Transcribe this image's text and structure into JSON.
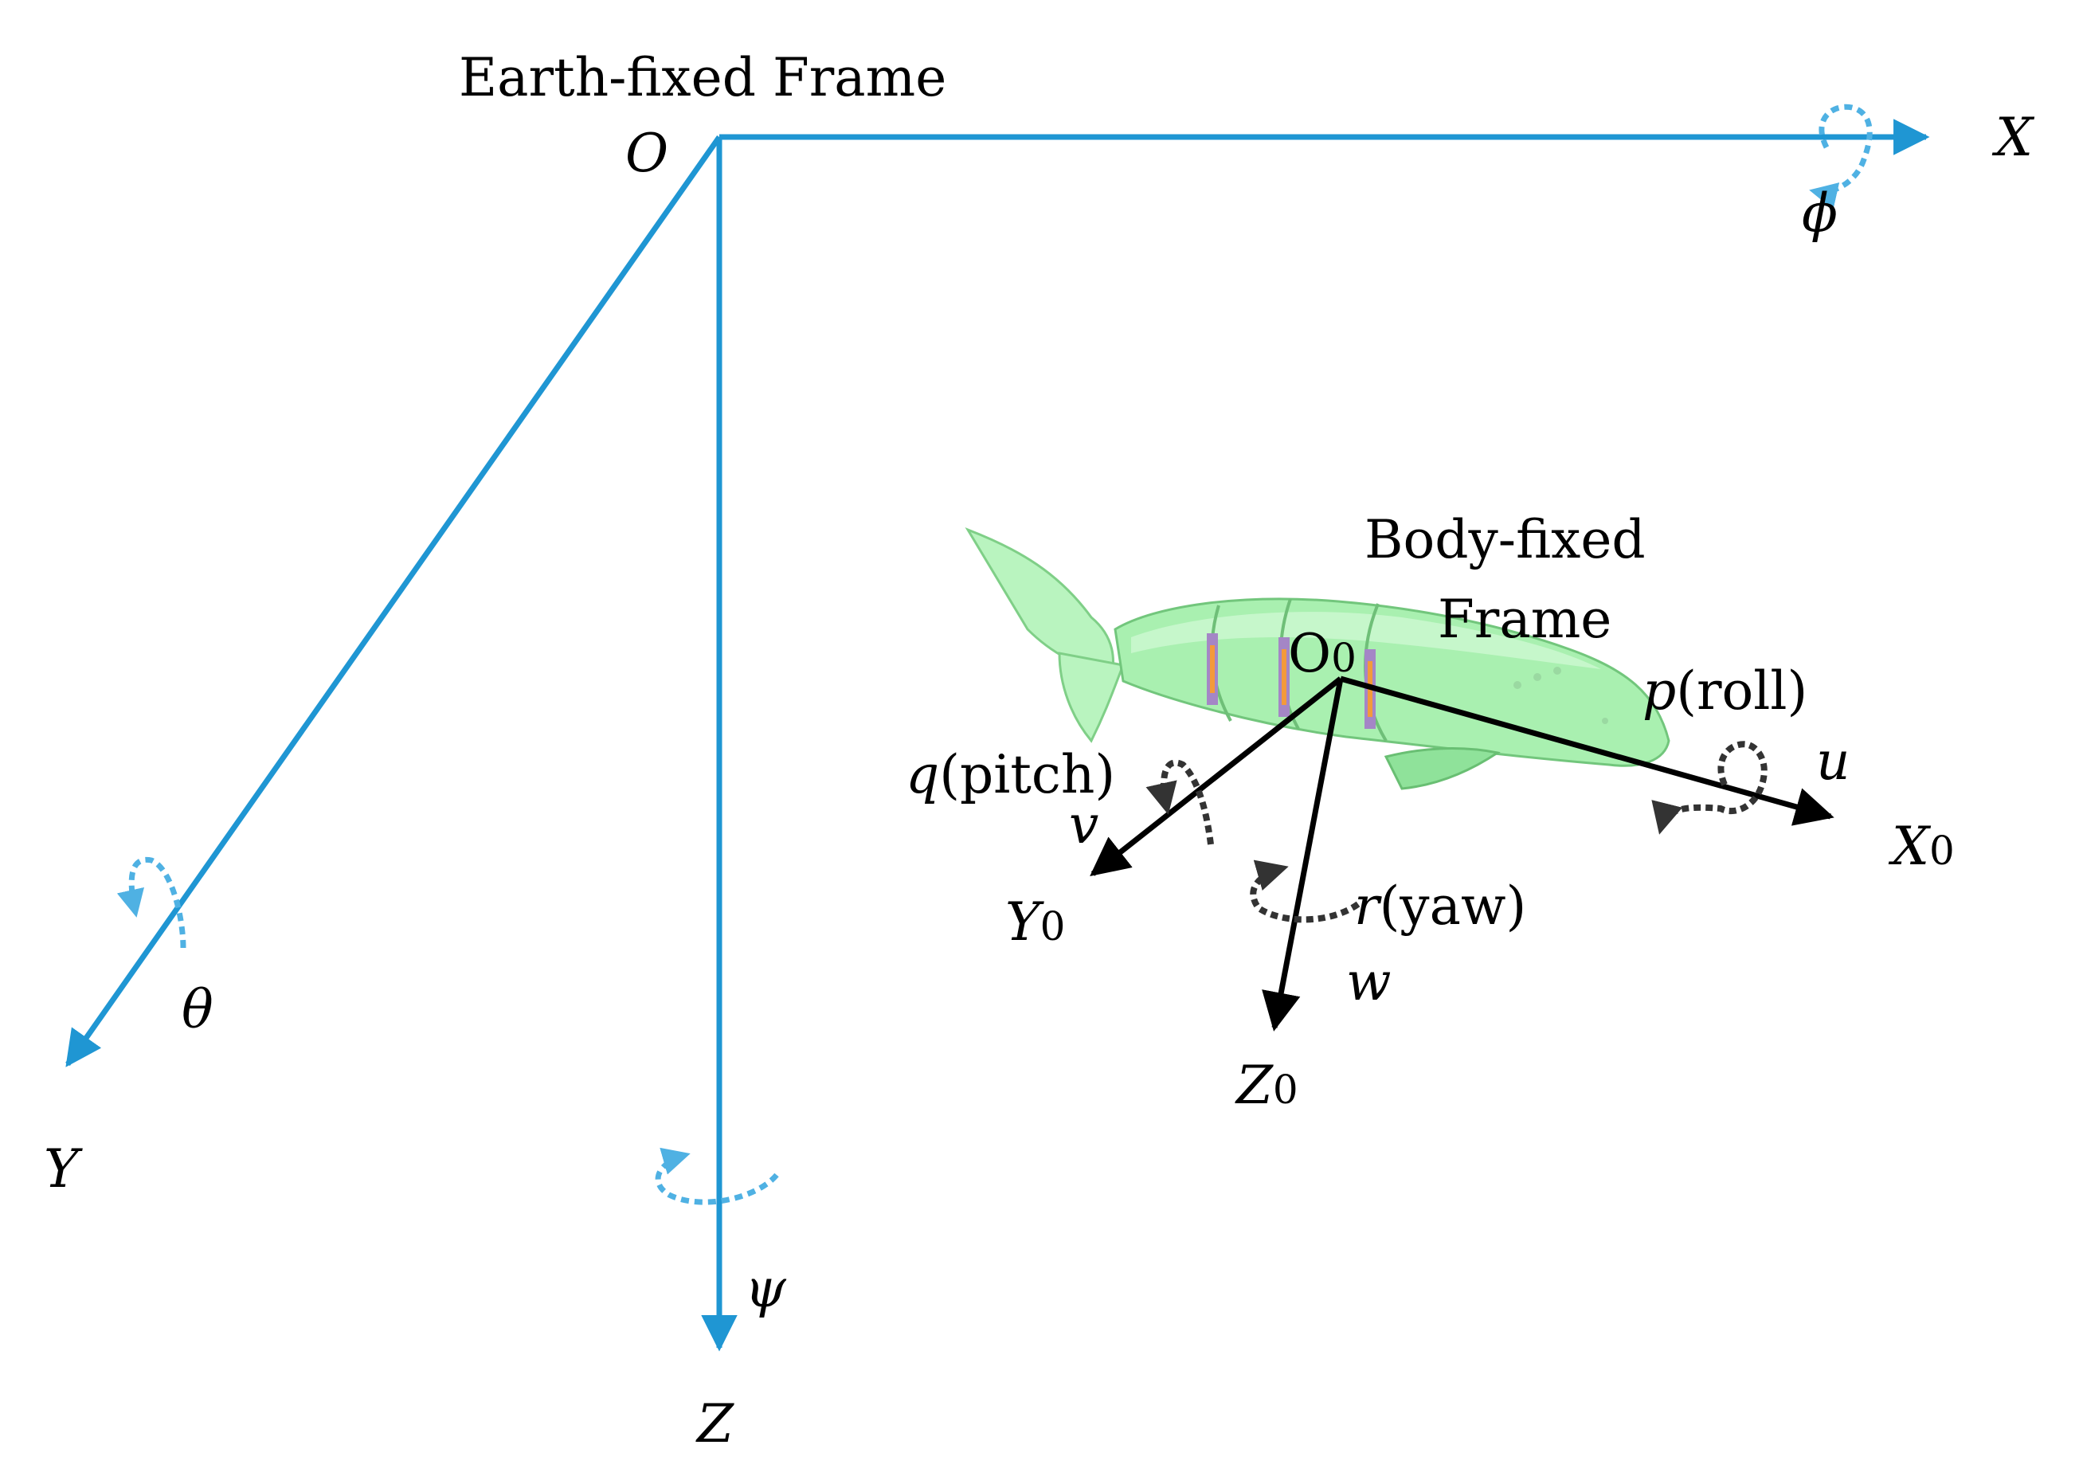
{
  "earth_frame": {
    "title": "Earth-fixed Frame",
    "origin": "O",
    "axis_x": "X",
    "axis_y": "Y",
    "axis_z": "Z",
    "angle_x": "ϕ",
    "angle_y": "θ",
    "angle_z": "ψ",
    "color": "#1f96d3"
  },
  "body_frame": {
    "title_line1": "Body-fixed",
    "title_line2": "Frame",
    "origin": "O",
    "origin_sub": "0",
    "axis_x": "X",
    "axis_x_sub": "0",
    "axis_y": "Y",
    "axis_y_sub": "0",
    "axis_z": "Z",
    "axis_z_sub": "0",
    "vel_u": "u",
    "vel_v": "v",
    "vel_w": "w",
    "rate_p": "p",
    "rate_p_text": "(roll)",
    "rate_q": "q",
    "rate_q_text": "(pitch)",
    "rate_r": "r",
    "rate_r_text": "(yaw)",
    "color": "#000000",
    "fish_color": "#a9f0b0"
  }
}
